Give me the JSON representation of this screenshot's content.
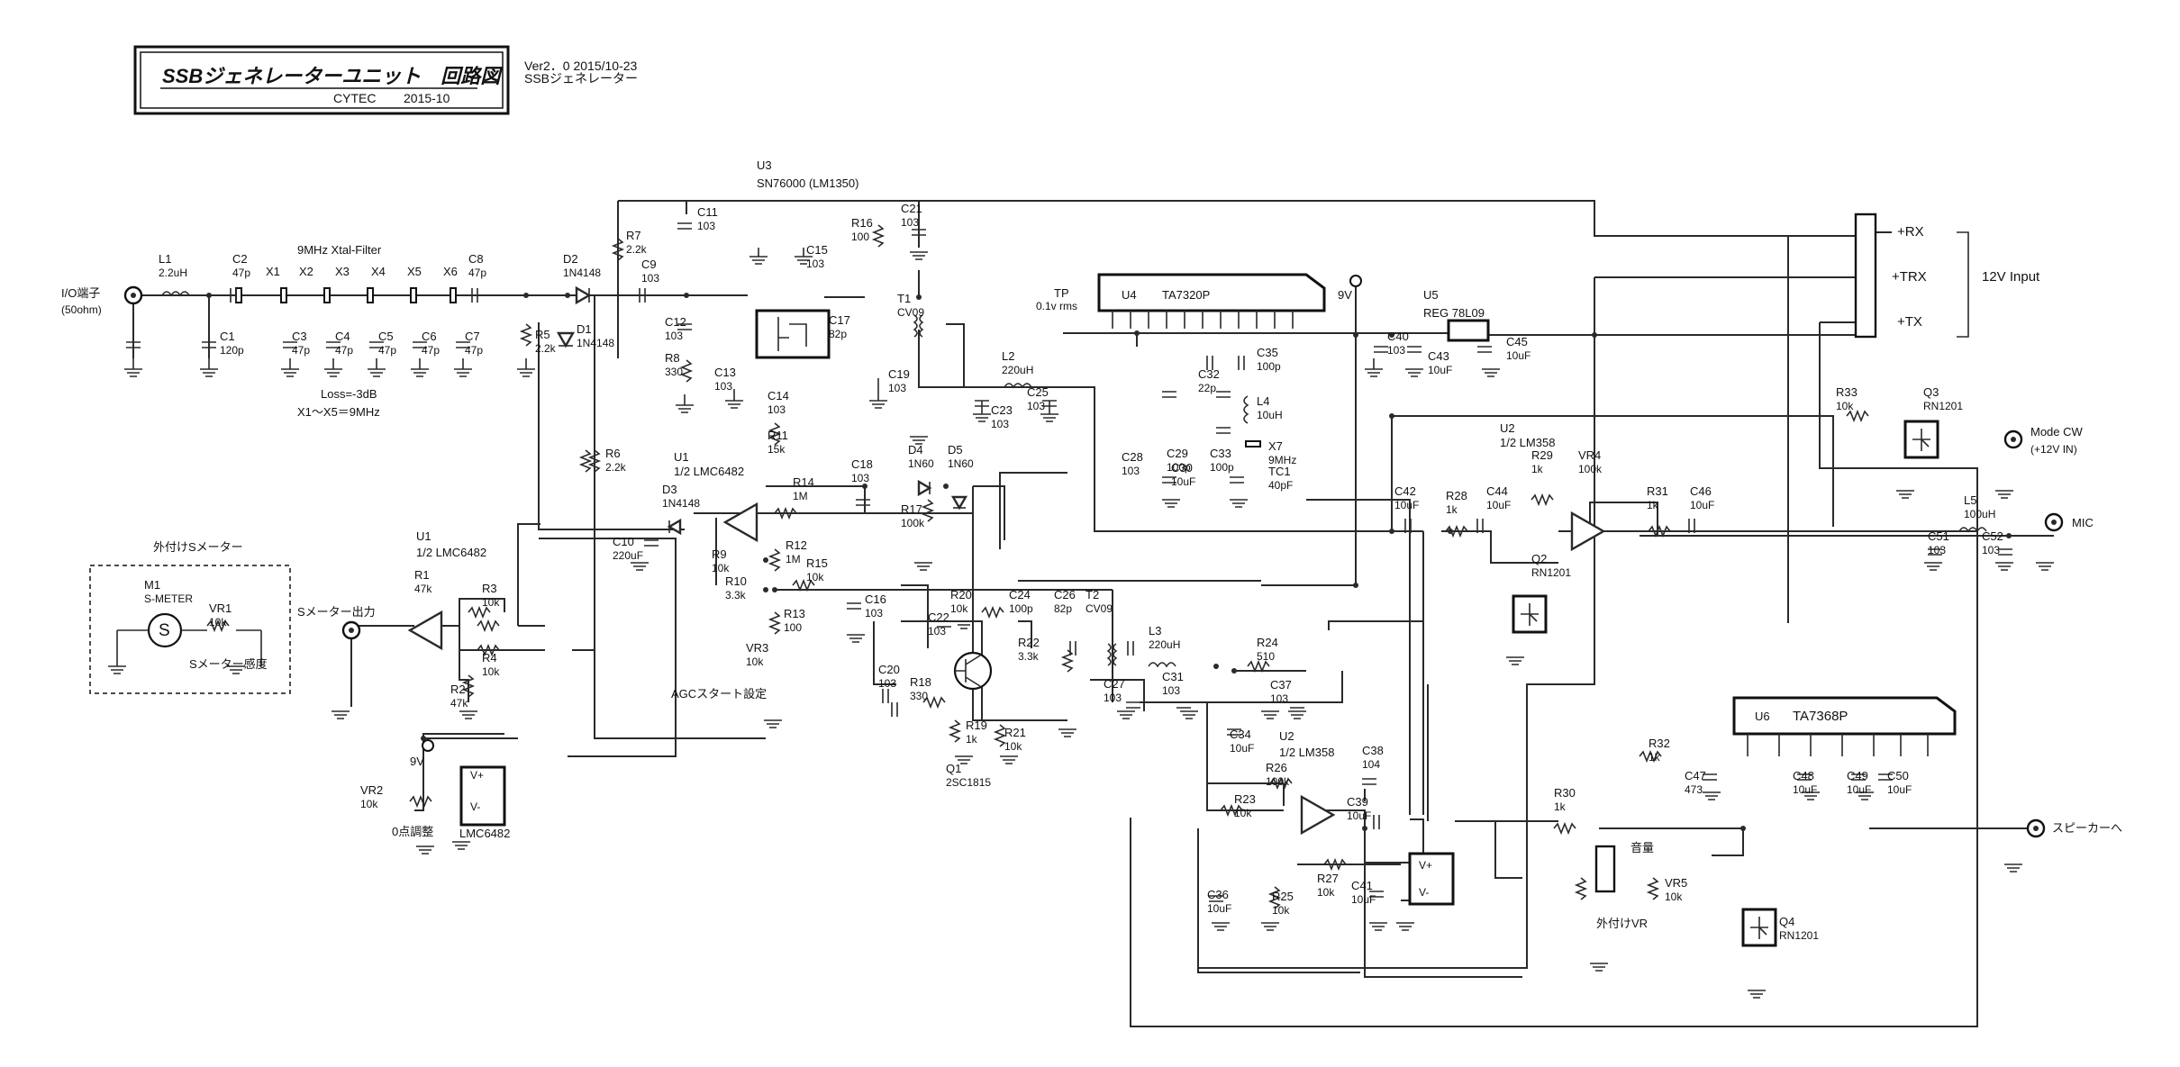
{
  "title_block": {
    "title": "SSBジェネレーターユニット　回路図",
    "company": "CYTEC",
    "date": "2015-10",
    "version": "Ver2．0 2015/10-23",
    "version_sub": "SSBジェネレーター"
  },
  "ics": {
    "u3": {
      "ref": "U3",
      "name": "SN76000 (LM1350)"
    },
    "u4": {
      "ref": "U4",
      "name": "TA7320P"
    },
    "u5": {
      "ref": "U5",
      "name": "REG 78L09"
    },
    "u6": {
      "ref": "U6",
      "name": "TA7368P"
    },
    "u1a": {
      "ref": "U1",
      "name": "1/2 LMC6482"
    },
    "u1b": {
      "ref": "U1",
      "name": "1/2 LMC6482"
    },
    "u1c": {
      "name": "LMC6482"
    },
    "u2a": {
      "ref": "U2",
      "name": "1/2 LM358"
    },
    "u2b": {
      "ref": "U2",
      "name": "1/2 LM358"
    },
    "pin_vplus": "V+",
    "pin_vminus": "V-"
  },
  "sections": {
    "xtal_filter": "9MHz Xtal-Filter",
    "loss": "Loss=-3dB",
    "xtal_freq": "X1〜X5＝9MHz",
    "smeter_box": "外付けSメーター",
    "agc": "AGCスタート設定",
    "zero_adj": "0点調整",
    "volume": "音量",
    "ext_vr": "外付けVR"
  },
  "ports": {
    "io": "I/O端子",
    "io_imp": "(50ohm)",
    "smeter_out": "Sメーター出力",
    "rx": "+RX",
    "trx": "+TRX",
    "tx": "+TX",
    "input": "12V Input",
    "mode_cw": "Mode CW",
    "mode_cw_sub": "(+12V IN)",
    "mic": "MIC",
    "speaker": "スピーカーへ",
    "tp": "TP",
    "tp_sub": "0.1v rms",
    "v9a": "9V",
    "v9b": "9V"
  },
  "parts": {
    "l1": [
      "L1",
      "2.2uH"
    ],
    "c1": [
      "C1",
      "120p"
    ],
    "c2": [
      "C2",
      "47p"
    ],
    "x1": "X1",
    "x2": "X2",
    "x3": "X3",
    "x4": "X4",
    "x5": "X5",
    "x6": "X6",
    "c3": [
      "C3",
      "47p"
    ],
    "c4": [
      "C4",
      "47p"
    ],
    "c5": [
      "C5",
      "47p"
    ],
    "c6": [
      "C6",
      "47p"
    ],
    "c7": [
      "C7",
      "47p"
    ],
    "c8": [
      "C8",
      "47p"
    ],
    "r5": [
      "R5",
      "2.2k"
    ],
    "d2": [
      "D2",
      "1N4148"
    ],
    "d1": [
      "D1",
      "1N4148"
    ],
    "r7": [
      "R7",
      "2.2k"
    ],
    "c9": [
      "C9",
      "103"
    ],
    "c11": [
      "C11",
      "103"
    ],
    "c12": [
      "C12",
      "103"
    ],
    "r8": [
      "R8",
      "330"
    ],
    "c13": [
      "C13",
      "103"
    ],
    "c14": [
      "C14",
      "103"
    ],
    "c15": [
      "C15",
      "103"
    ],
    "r11": [
      "R11",
      "15k"
    ],
    "r16": [
      "R16",
      "100"
    ],
    "c21": [
      "C21",
      "103"
    ],
    "c17": [
      "C17",
      "82p"
    ],
    "t1": [
      "T1",
      "CV09"
    ],
    "c19": [
      "C19",
      "103"
    ],
    "l2": [
      "L2",
      "220uH"
    ],
    "c23": [
      "C23",
      "103"
    ],
    "c25": [
      "C25",
      "103"
    ],
    "c28": [
      "C28",
      "103"
    ],
    "c29": [
      "C29",
      "100p"
    ],
    "c30": [
      "C30",
      "10uF"
    ],
    "c32": [
      "C32",
      "22p"
    ],
    "c33": [
      "C33",
      "100p"
    ],
    "c35": [
      "C35",
      "100p"
    ],
    "l4": [
      "L4",
      "10uH"
    ],
    "x7": [
      "X7",
      "9MHz"
    ],
    "tc1": [
      "TC1",
      "40pF"
    ],
    "c40": [
      "C40",
      "103"
    ],
    "c43": [
      "C43",
      "10uF"
    ],
    "c45": [
      "C45",
      "10uF"
    ],
    "r6": [
      "R6",
      "2.2k"
    ],
    "d3": [
      "D3",
      "1N4148"
    ],
    "c10": [
      "C10",
      "220uF"
    ],
    "r9": [
      "R9",
      "10k"
    ],
    "r14": [
      "R14",
      "1M"
    ],
    "r12": [
      "R12",
      "1M"
    ],
    "r10": [
      "R10",
      "3.3k"
    ],
    "r13": [
      "R13",
      "100"
    ],
    "vr3": [
      "VR3",
      "10k"
    ],
    "r15": [
      "R15",
      "10k"
    ],
    "c18": [
      "C18",
      "103"
    ],
    "r17": [
      "R17",
      "100k"
    ],
    "d4": [
      "D4",
      "1N60"
    ],
    "d5": [
      "D5",
      "1N60"
    ],
    "c16": [
      "C16",
      "103"
    ],
    "c22": [
      "C22",
      "103"
    ],
    "r20": [
      "R20",
      "10k"
    ],
    "c24": [
      "C24",
      "100p"
    ],
    "c26": [
      "C26",
      "82p"
    ],
    "t2": [
      "T2",
      "CV09"
    ],
    "r22": [
      "R22",
      "3.3k"
    ],
    "c20": [
      "C20",
      "103"
    ],
    "r18": [
      "R18",
      "330"
    ],
    "r19": [
      "R19",
      "1k"
    ],
    "r21": [
      "R21",
      "10k"
    ],
    "q1": [
      "Q1",
      "2SC1815"
    ],
    "l3": [
      "L3",
      "220uH"
    ],
    "c27": [
      "C27",
      "103"
    ],
    "c31": [
      "C31",
      "103"
    ],
    "r24": [
      "R24",
      "510"
    ],
    "c37": [
      "C37",
      "103"
    ],
    "c34": [
      "C34",
      "10uF"
    ],
    "r26": [
      "R26",
      "100k"
    ],
    "c38": [
      "C38",
      "104"
    ],
    "r23": [
      "R23",
      "10k"
    ],
    "c39": [
      "C39",
      "10uF"
    ],
    "c36": [
      "C36",
      "10uF"
    ],
    "r25": [
      "R25",
      "10k"
    ],
    "r27": [
      "R27",
      "10k"
    ],
    "c41": [
      "C41",
      "10uF"
    ],
    "r1": [
      "R1",
      "47k"
    ],
    "r3": [
      "R3",
      "10k"
    ],
    "r4": [
      "R4",
      "10k"
    ],
    "r2": [
      "R2",
      "47k"
    ],
    "vr2": [
      "VR2",
      "10k"
    ],
    "m1": [
      "M1",
      "S-METER"
    ],
    "vr1": [
      "VR1",
      "10k"
    ],
    "smeter_sens": "Sメーター感度",
    "c42": [
      "C42",
      "10uF"
    ],
    "r28": [
      "R28",
      "1k"
    ],
    "c44": [
      "C44",
      "10uF"
    ],
    "r29": [
      "R29",
      "1k"
    ],
    "vr4": [
      "VR4",
      "100k"
    ],
    "r31": [
      "R31",
      "1k"
    ],
    "c46": [
      "C46",
      "10uF"
    ],
    "l5": [
      "L5",
      "100uH"
    ],
    "c51": [
      "C51",
      "103"
    ],
    "c52": [
      "C52",
      "103"
    ],
    "r33": [
      "R33",
      "10k"
    ],
    "q3": [
      "Q3",
      "RN1201"
    ],
    "q2": [
      "Q2",
      "RN1201"
    ],
    "q4": [
      "Q4",
      "RN1201"
    ],
    "r32": [
      "R32",
      "1k"
    ],
    "c47": [
      "C47",
      "473"
    ],
    "c48": [
      "C48",
      "10uF"
    ],
    "c49": [
      "C49",
      "10uF"
    ],
    "c50": [
      "C50",
      "10uF"
    ],
    "r30": [
      "R30",
      "1k"
    ],
    "vr5": [
      "VR5",
      "10k"
    ]
  },
  "meter_symbol": "S",
  "colors": {
    "ink": "#2a2a2a",
    "paper": "#ffffff"
  }
}
